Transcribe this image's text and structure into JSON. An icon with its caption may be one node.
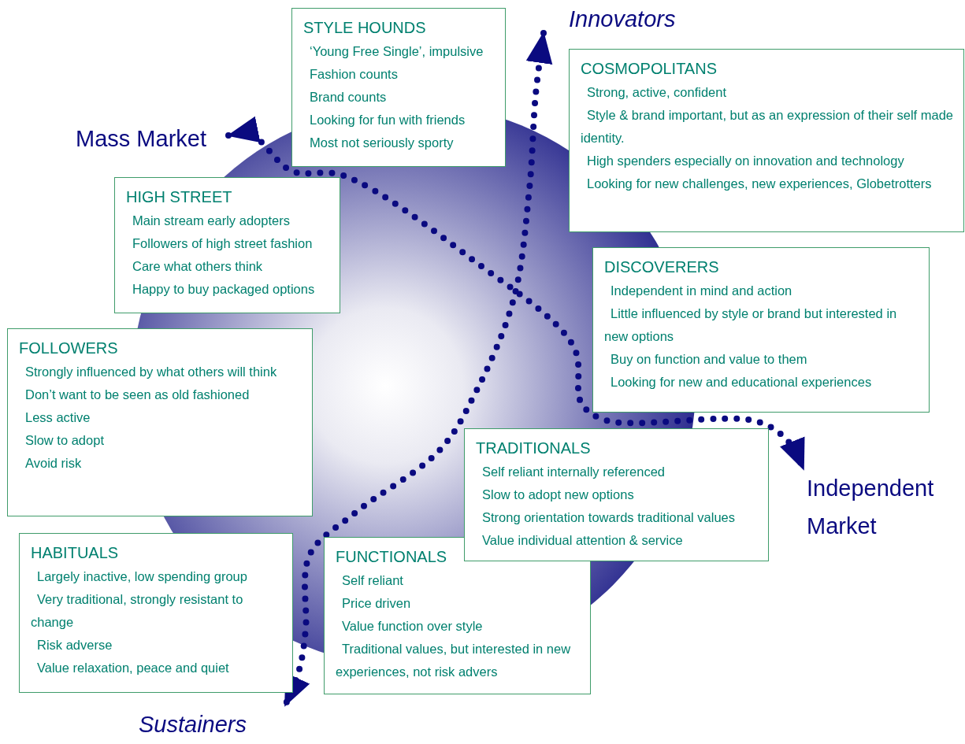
{
  "diagram": {
    "nodes": [
      {
        "text": [
          "Innovators"
        ]
      },
      {
        "text": [
          "Mass Market"
        ]
      },
      {
        "text": [
          "Independent Market"
        ]
      },
      {
        "text": [
          "Sustainers"
        ]
      },
      {
        "text": [
          "STYLE HOUNDS",
          "‘Young Free Single’, impulsive",
          "Fashion counts",
          "Brand counts",
          "Looking for fun with friends",
          "Most not seriously sporty"
        ]
      },
      {
        "text": [
          "COSMOPOLITANS",
          "Strong, active, confident",
          "Style & brand important, but as an expression of their self made identity.",
          "High spenders especially on innovation and technology",
          "Looking for new challenges, new experiences, Globetrotters"
        ]
      },
      {
        "text": [
          "HIGH STREET",
          "Main stream early adopters",
          "Followers of high street fashion",
          "Care what others think",
          "Happy to buy packaged options"
        ]
      },
      {
        "text": [
          "DISCOVERERS",
          "Independent in mind and action",
          "Little influenced by style or brand but interested in new options",
          "Buy on function and value to them",
          "Looking for new and educational experiences"
        ]
      },
      {
        "text": [
          "FOLLOWERS",
          "Strongly influenced by what others will think",
          "Don’t want to be seen as old fashioned",
          "Less active",
          "Slow to adopt",
          "Avoid risk"
        ]
      },
      {
        "text": [
          "TRADITIONALS",
          "Self reliant internally referenced",
          "Slow to adopt new options",
          "Strong orientation towards traditional values",
          "Value individual attention & service"
        ]
      },
      {
        "text": [
          "HABITUALS",
          "Largely inactive, low spending group",
          "Very traditional, strongly resistant to change",
          "Risk adverse",
          "Value relaxation, peace and quiet"
        ]
      },
      {
        "text": [
          "FUNCTIONALS",
          "Self reliant",
          "Price driven",
          "Value function over style",
          "Traditional values, but interested in new experiences, not risk advers"
        ]
      }
    ],
    "edges": [
      {
        "from": 1,
        "to": 2,
        "arrow": "both"
      },
      {
        "from": 0,
        "to": 3,
        "arrow": "both"
      }
    ]
  }
}
